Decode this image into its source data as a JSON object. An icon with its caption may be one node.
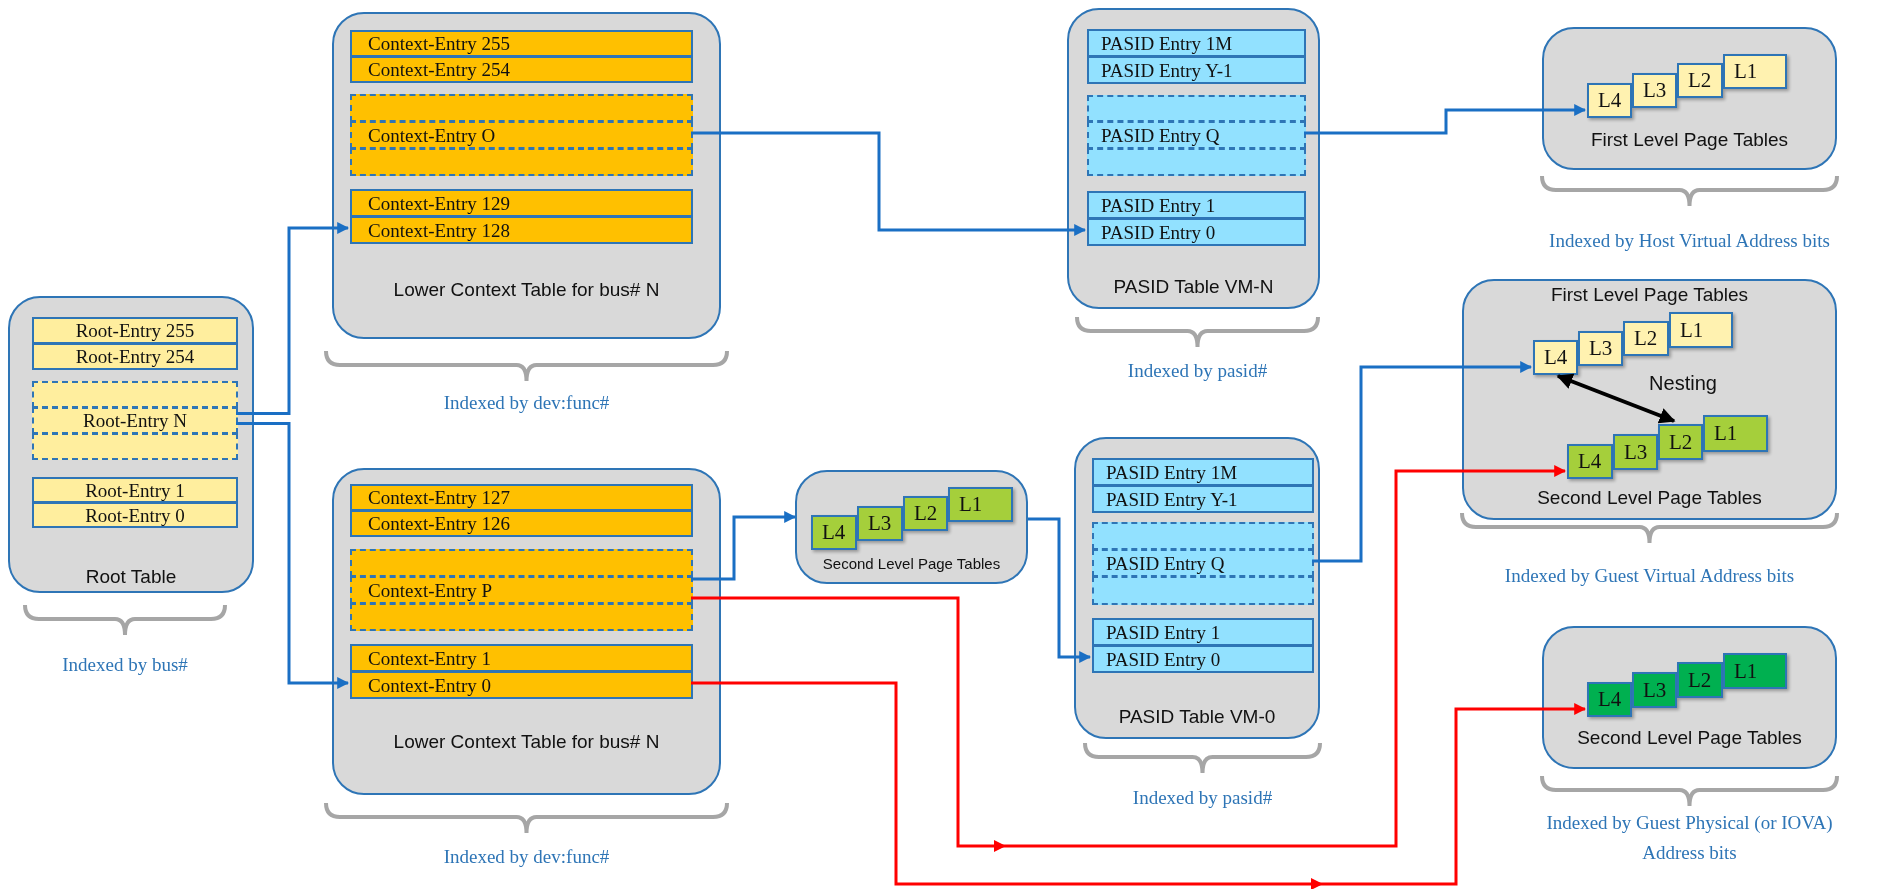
{
  "diagram": {
    "nodes": [
      {
        "text": [
          "Root Table"
        ],
        "beside": [
          "Indexed by bus#"
        ]
      },
      {
        "text": [
          "Root-Entry 255"
        ],
        "in": 0
      },
      {
        "text": [
          "Root-Entry 254"
        ],
        "in": 0
      },
      {
        "text": [],
        "shape": "box",
        "in": 0
      },
      {
        "text": [
          "Root-Entry N"
        ],
        "in": 0
      },
      {
        "text": [],
        "shape": "box",
        "in": 0
      },
      {
        "text": [
          "Root-Entry 1"
        ],
        "in": 0
      },
      {
        "text": [
          "Root-Entry 0"
        ],
        "in": 0
      },
      {
        "text": [
          "Lower Context Table for bus# N"
        ],
        "beside": [
          "Indexed by dev:func#"
        ]
      },
      {
        "text": [
          "Context-Entry 255"
        ],
        "in": 8
      },
      {
        "text": [
          "Context-Entry 254"
        ],
        "in": 8
      },
      {
        "text": [],
        "shape": "box",
        "in": 8
      },
      {
        "text": [
          "Context-Entry O"
        ],
        "in": 8
      },
      {
        "text": [],
        "shape": "box",
        "in": 8
      },
      {
        "text": [
          "Context-Entry 129"
        ],
        "in": 8
      },
      {
        "text": [
          "Context-Entry 128"
        ],
        "in": 8
      },
      {
        "text": [
          "Lower Context Table for bus# N"
        ],
        "beside": [
          "Indexed by dev:func#"
        ]
      },
      {
        "text": [
          "Context-Entry 127"
        ],
        "in": 16
      },
      {
        "text": [
          "Context-Entry 126"
        ],
        "in": 16
      },
      {
        "text": [],
        "shape": "box",
        "in": 16
      },
      {
        "text": [
          "Context-Entry P"
        ],
        "in": 16
      },
      {
        "text": [],
        "shape": "box",
        "in": 16
      },
      {
        "text": [
          "Context-Entry 1"
        ],
        "in": 16
      },
      {
        "text": [
          "Context-Entry 0"
        ],
        "in": 16
      },
      {
        "text": [
          "Second Level Page Tables"
        ]
      },
      {
        "text": [
          "L4"
        ],
        "in": 24
      },
      {
        "text": [
          "L3"
        ],
        "in": 24
      },
      {
        "text": [
          "L2"
        ],
        "in": 24
      },
      {
        "text": [
          "L1"
        ],
        "in": 24
      },
      {
        "text": [
          "PASID Table VM-N"
        ],
        "beside": [
          "Indexed by pasid#"
        ]
      },
      {
        "text": [
          "PASID Entry 1M"
        ],
        "in": 29
      },
      {
        "text": [
          "PASID Entry Y-1"
        ],
        "in": 29
      },
      {
        "text": [],
        "shape": "box",
        "in": 29
      },
      {
        "text": [
          "PASID Entry Q"
        ],
        "in": 29
      },
      {
        "text": [],
        "shape": "box",
        "in": 29
      },
      {
        "text": [
          "PASID Entry 1"
        ],
        "in": 29
      },
      {
        "text": [
          "PASID Entry 0"
        ],
        "in": 29
      },
      {
        "text": [
          "PASID Table VM-0"
        ],
        "beside": [
          "Indexed by pasid#"
        ]
      },
      {
        "text": [
          "PASID Entry 1M"
        ],
        "in": 37
      },
      {
        "text": [
          "PASID Entry Y-1"
        ],
        "in": 37
      },
      {
        "text": [],
        "shape": "box",
        "in": 37
      },
      {
        "text": [
          "PASID Entry Q"
        ],
        "in": 37
      },
      {
        "text": [],
        "shape": "box",
        "in": 37
      },
      {
        "text": [
          "PASID Entry 1"
        ],
        "in": 37
      },
      {
        "text": [
          "PASID Entry 0"
        ],
        "in": 37
      },
      {
        "text": [
          "First Level Page Tables"
        ],
        "beside": [
          "Indexed by Host Virtual Address bits"
        ]
      },
      {
        "text": [
          "L4"
        ],
        "in": 45
      },
      {
        "text": [
          "L3"
        ],
        "in": 45
      },
      {
        "text": [
          "L2"
        ],
        "in": 45
      },
      {
        "text": [
          "L1"
        ],
        "in": 45
      },
      {
        "text": [
          "First Level Page Tables",
          "Second Level Page Tables"
        ],
        "beside": [
          "Indexed by Guest Virtual Address bits"
        ]
      },
      {
        "text": [
          "L4"
        ],
        "in": 50
      },
      {
        "text": [
          "L3"
        ],
        "in": 50
      },
      {
        "text": [
          "L2"
        ],
        "in": 50
      },
      {
        "text": [
          "L1"
        ],
        "in": 50
      },
      {
        "text": [
          "L4"
        ],
        "in": 50
      },
      {
        "text": [
          "L3"
        ],
        "in": 50
      },
      {
        "text": [
          "L2"
        ],
        "in": 50
      },
      {
        "text": [
          "L1"
        ],
        "in": 50
      },
      {
        "text": [
          "Second Level Page Tables"
        ],
        "beside": [
          "Indexed by Guest Physical (or IOVA) Address bits"
        ]
      },
      {
        "text": [
          "L4"
        ],
        "in": 59
      },
      {
        "text": [
          "L3"
        ],
        "in": 59
      },
      {
        "text": [
          "L2"
        ],
        "in": 59
      },
      {
        "text": [
          "L1"
        ],
        "in": 59
      }
    ],
    "edges": [
      {
        "from": 4,
        "to": 15,
        "arrow": "to"
      },
      {
        "from": 4,
        "to": 23,
        "arrow": "to"
      },
      {
        "from": 12,
        "to": 36,
        "arrow": "to"
      },
      {
        "from": 33,
        "to": 46,
        "arrow": "to"
      },
      {
        "from": 20,
        "to": 24,
        "arrow": "to"
      },
      {
        "from": 24,
        "to": 44,
        "arrow": "to"
      },
      {
        "from": 41,
        "to": 51,
        "arrow": "to"
      },
      {
        "from": 20,
        "to": 55,
        "arrow": "to",
        "color": "#ff0000"
      },
      {
        "from": 23,
        "to": 60,
        "arrow": "to",
        "color": "#ff0000"
      },
      {
        "from": 51,
        "to": 57,
        "arrow": "both",
        "label": "Nesting",
        "color": "#000000"
      }
    ]
  }
}
